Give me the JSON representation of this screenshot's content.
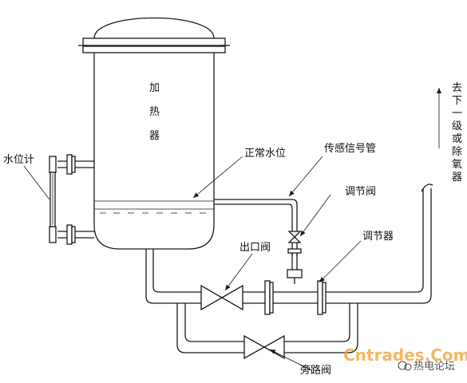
{
  "diagram": {
    "labels": {
      "heater": "加热器",
      "water_gauge": "水位计",
      "normal_level": "正常水位",
      "sensor_pipe": "传感信号管",
      "control_valve": "调节阀",
      "outlet_valve": "出口阀",
      "regulator": "调节器",
      "bypass_valve": "旁路阀",
      "destination": "去下一级或除氧器"
    },
    "watermark": {
      "site": "Cntrades.Com",
      "account": "热电论坛"
    }
  }
}
